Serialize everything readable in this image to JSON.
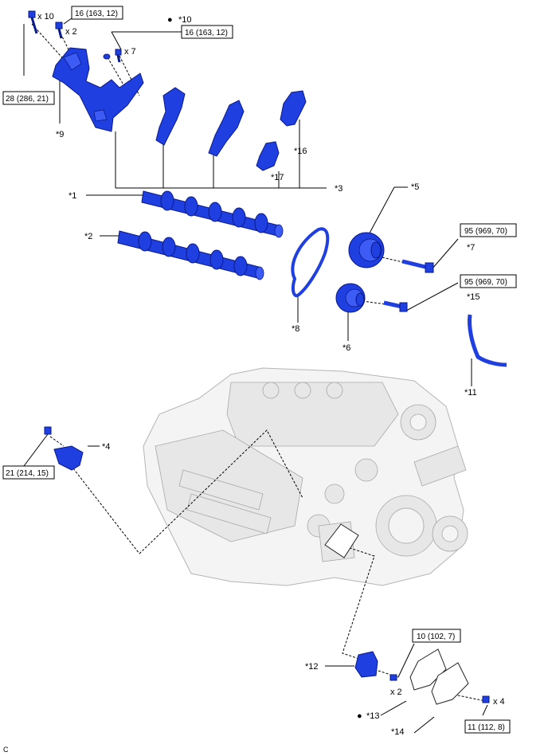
{
  "parts": {
    "p1": "*1",
    "p2": "*2",
    "p3": "*3",
    "p4": "*4",
    "p5": "*5",
    "p6": "*6",
    "p7": "*7",
    "p8": "*8",
    "p9": "*9",
    "p10": "*10",
    "p11": "*11",
    "p12": "*12",
    "p13": "*13",
    "p14": "*14",
    "p15": "*15",
    "p16": "*16",
    "p17": "*17"
  },
  "quantities": {
    "q10": "x 10",
    "q2a": "x 2",
    "q7": "x 7",
    "q2b": "x 2",
    "q4": "x 4"
  },
  "torques": {
    "t1": "16 (163, 12)",
    "t2": "16 (163, 12)",
    "t3": "28 (286, 21)",
    "t4": "95 (969, 70)",
    "t5": "95 (969, 70)",
    "t6": "21 (214, 15)",
    "t7": "10 (102, 7)",
    "t8": "11 (112, 8)"
  },
  "markers": {
    "non_reusable": "●"
  },
  "footer": {
    "code": "C"
  },
  "colors": {
    "part_blue": "#1f3fe0",
    "engine_gray": "#f4f4f4"
  }
}
